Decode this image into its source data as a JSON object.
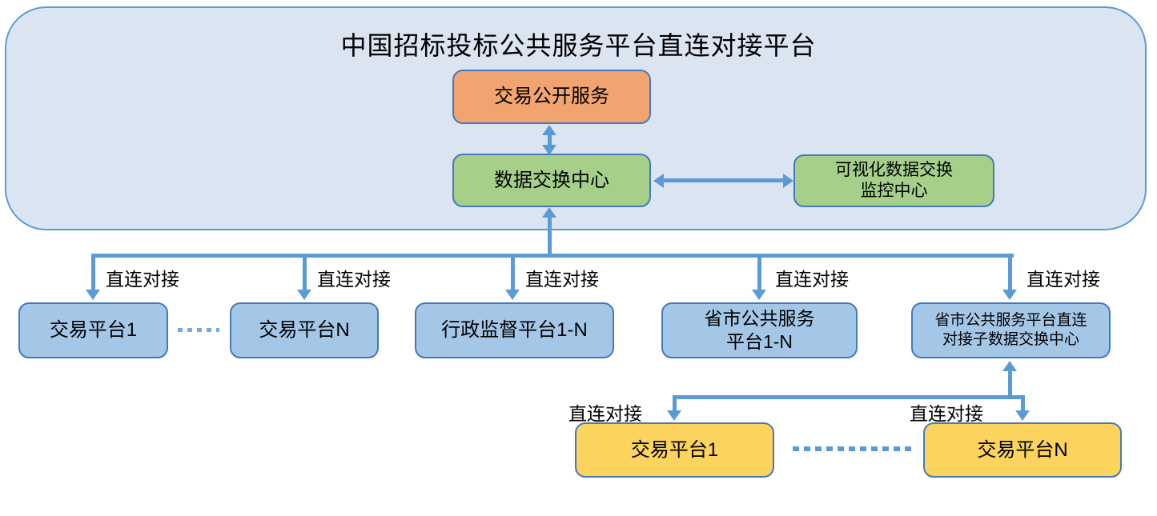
{
  "title": "中国招标投标公共服务平台直连对接平台",
  "connector_label": "直连对接",
  "nodes": {
    "trade_public_service": {
      "label": "交易公开服务"
    },
    "data_exchange_center": {
      "label": "数据交换中心"
    },
    "visual_monitor_center": {
      "line1": "可视化数据交换",
      "line2": "监控中心"
    },
    "trade_platform_1": {
      "label": "交易平台1"
    },
    "trade_platform_n": {
      "label": "交易平台N"
    },
    "admin_supervision_platform": {
      "label": "行政监督平台1-N"
    },
    "provincial_public_service_platform": {
      "line1": "省市公共服务",
      "line2": "平台1-N"
    },
    "sub_data_exchange_center": {
      "line1": "省市公共服务平台直连",
      "line2": "对接子数据交换中心"
    },
    "sub_trade_platform_1": {
      "label": "交易平台1"
    },
    "sub_trade_platform_n": {
      "label": "交易平台N"
    }
  },
  "colors": {
    "container_fill": "#DBE5F2",
    "line": "#5B9BD5",
    "box_border": "#4579BB",
    "orange_fill": "#F1A46F",
    "green_fill": "#A6D089",
    "blue_fill": "#A5C7E7",
    "yellow_fill": "#FBD35D",
    "dots": "#74A9DD"
  }
}
